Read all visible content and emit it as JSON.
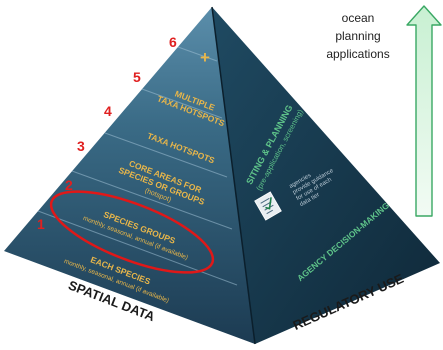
{
  "tiers": [
    {
      "number": "1",
      "title": "EACH SPECIES",
      "note": "monthly, seasonal, annual (if available)"
    },
    {
      "number": "2",
      "title": "SPECIES GROUPS",
      "note": "monthly, seasonal, annual (if available)"
    },
    {
      "number": "3",
      "title_line1": "CORE AREAS FOR",
      "title_line2": "SPECIES OR GROUPS",
      "note": "(hotspot)"
    },
    {
      "number": "4",
      "title": "TAXA HOTSPOTS"
    },
    {
      "number": "5",
      "title_line1": "MULTIPLE",
      "title_line2": "TAXA HOTSPOTS"
    },
    {
      "number": "6",
      "title": "+"
    }
  ],
  "left_face": {
    "caption": "SPATIAL DATA"
  },
  "right_face": {
    "caption": "REGULATORY USE",
    "siting_title": "SITING & PLANNING",
    "siting_note": "(pre-application, screening)",
    "agency_title": "AGENCY DECISION-MAKING",
    "guidance_line1": "agencies",
    "guidance_line2": "provide guidance",
    "guidance_line3": "for use of each",
    "guidance_line4": "data tier"
  },
  "callout": {
    "line1": "ocean",
    "line2": "planning",
    "line3": "applications"
  },
  "colors": {
    "number_red": "#e02020",
    "tier_text": "#e8b64a",
    "right_text": "#5fc48a",
    "left_face_top": "#3a6b86",
    "left_face_bottom": "#1c3b52",
    "right_face": "#123247",
    "highlight_ellipse": "#e01818",
    "arrow_fill": "#d4f5dc",
    "arrow_stroke": "#3aa864"
  }
}
